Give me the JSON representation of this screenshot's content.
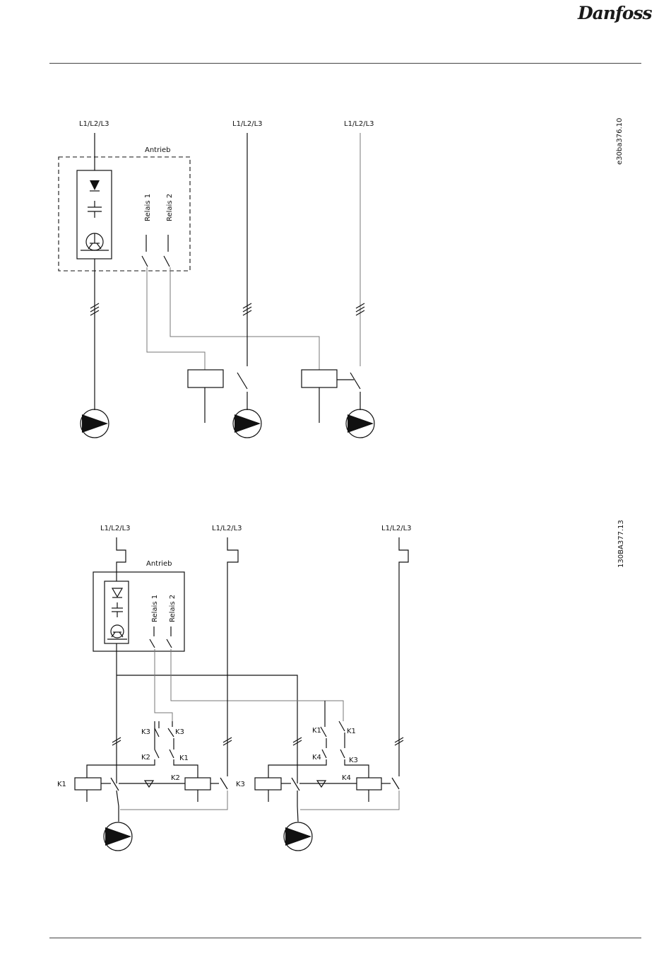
{
  "header": {
    "logo_text": "Danfoss"
  },
  "diagram1": {
    "id": "e30ba376.10",
    "supply_label_1": "L1/L2/L3",
    "supply_label_2": "L1/L2/L3",
    "supply_label_3": "L1/L2/L3",
    "drive_label": "Antrieb",
    "relay1_label": "Relais 1",
    "relay2_label": "Relais 2"
  },
  "diagram2": {
    "id": "130BA377.13",
    "supply_label_1": "L1/L2/L3",
    "supply_label_2": "L1/L2/L3",
    "supply_label_3": "L1/L2/L3",
    "drive_label": "Antrieb",
    "relay1_label": "Relais 1",
    "relay2_label": "Relais 2",
    "contact_labels": {
      "k3_left": "K3",
      "k3_right": "K3",
      "k2_left": "K2",
      "k1_mid": "K1",
      "k1_coil": "K1",
      "k2_coil": "K2",
      "k3_coil": "K3",
      "k1_b": "K1",
      "k1_c": "K1",
      "k4_a": "K4",
      "k3_b": "K3",
      "k4_coil": "K4"
    }
  }
}
